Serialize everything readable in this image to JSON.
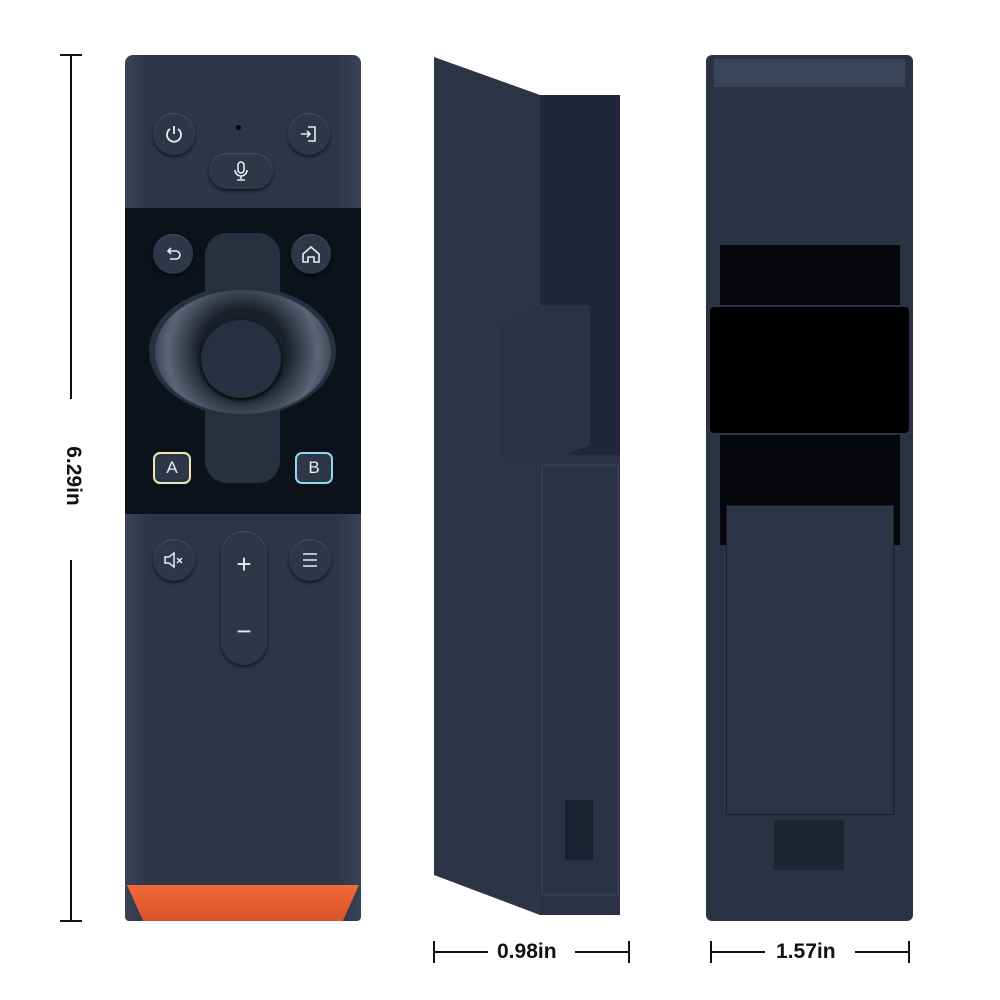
{
  "dimensions": {
    "height": "6.29in",
    "depth": "0.98in",
    "width": "1.57in"
  },
  "buttons": {
    "a": "A",
    "b": "B",
    "plus": "+",
    "minus": "−"
  },
  "colors": {
    "body": "#2d3547",
    "panel": "#0d1119",
    "accent": "#e85e30",
    "a_outline": "#f0e6b0",
    "b_outline": "#8fd8ee"
  }
}
